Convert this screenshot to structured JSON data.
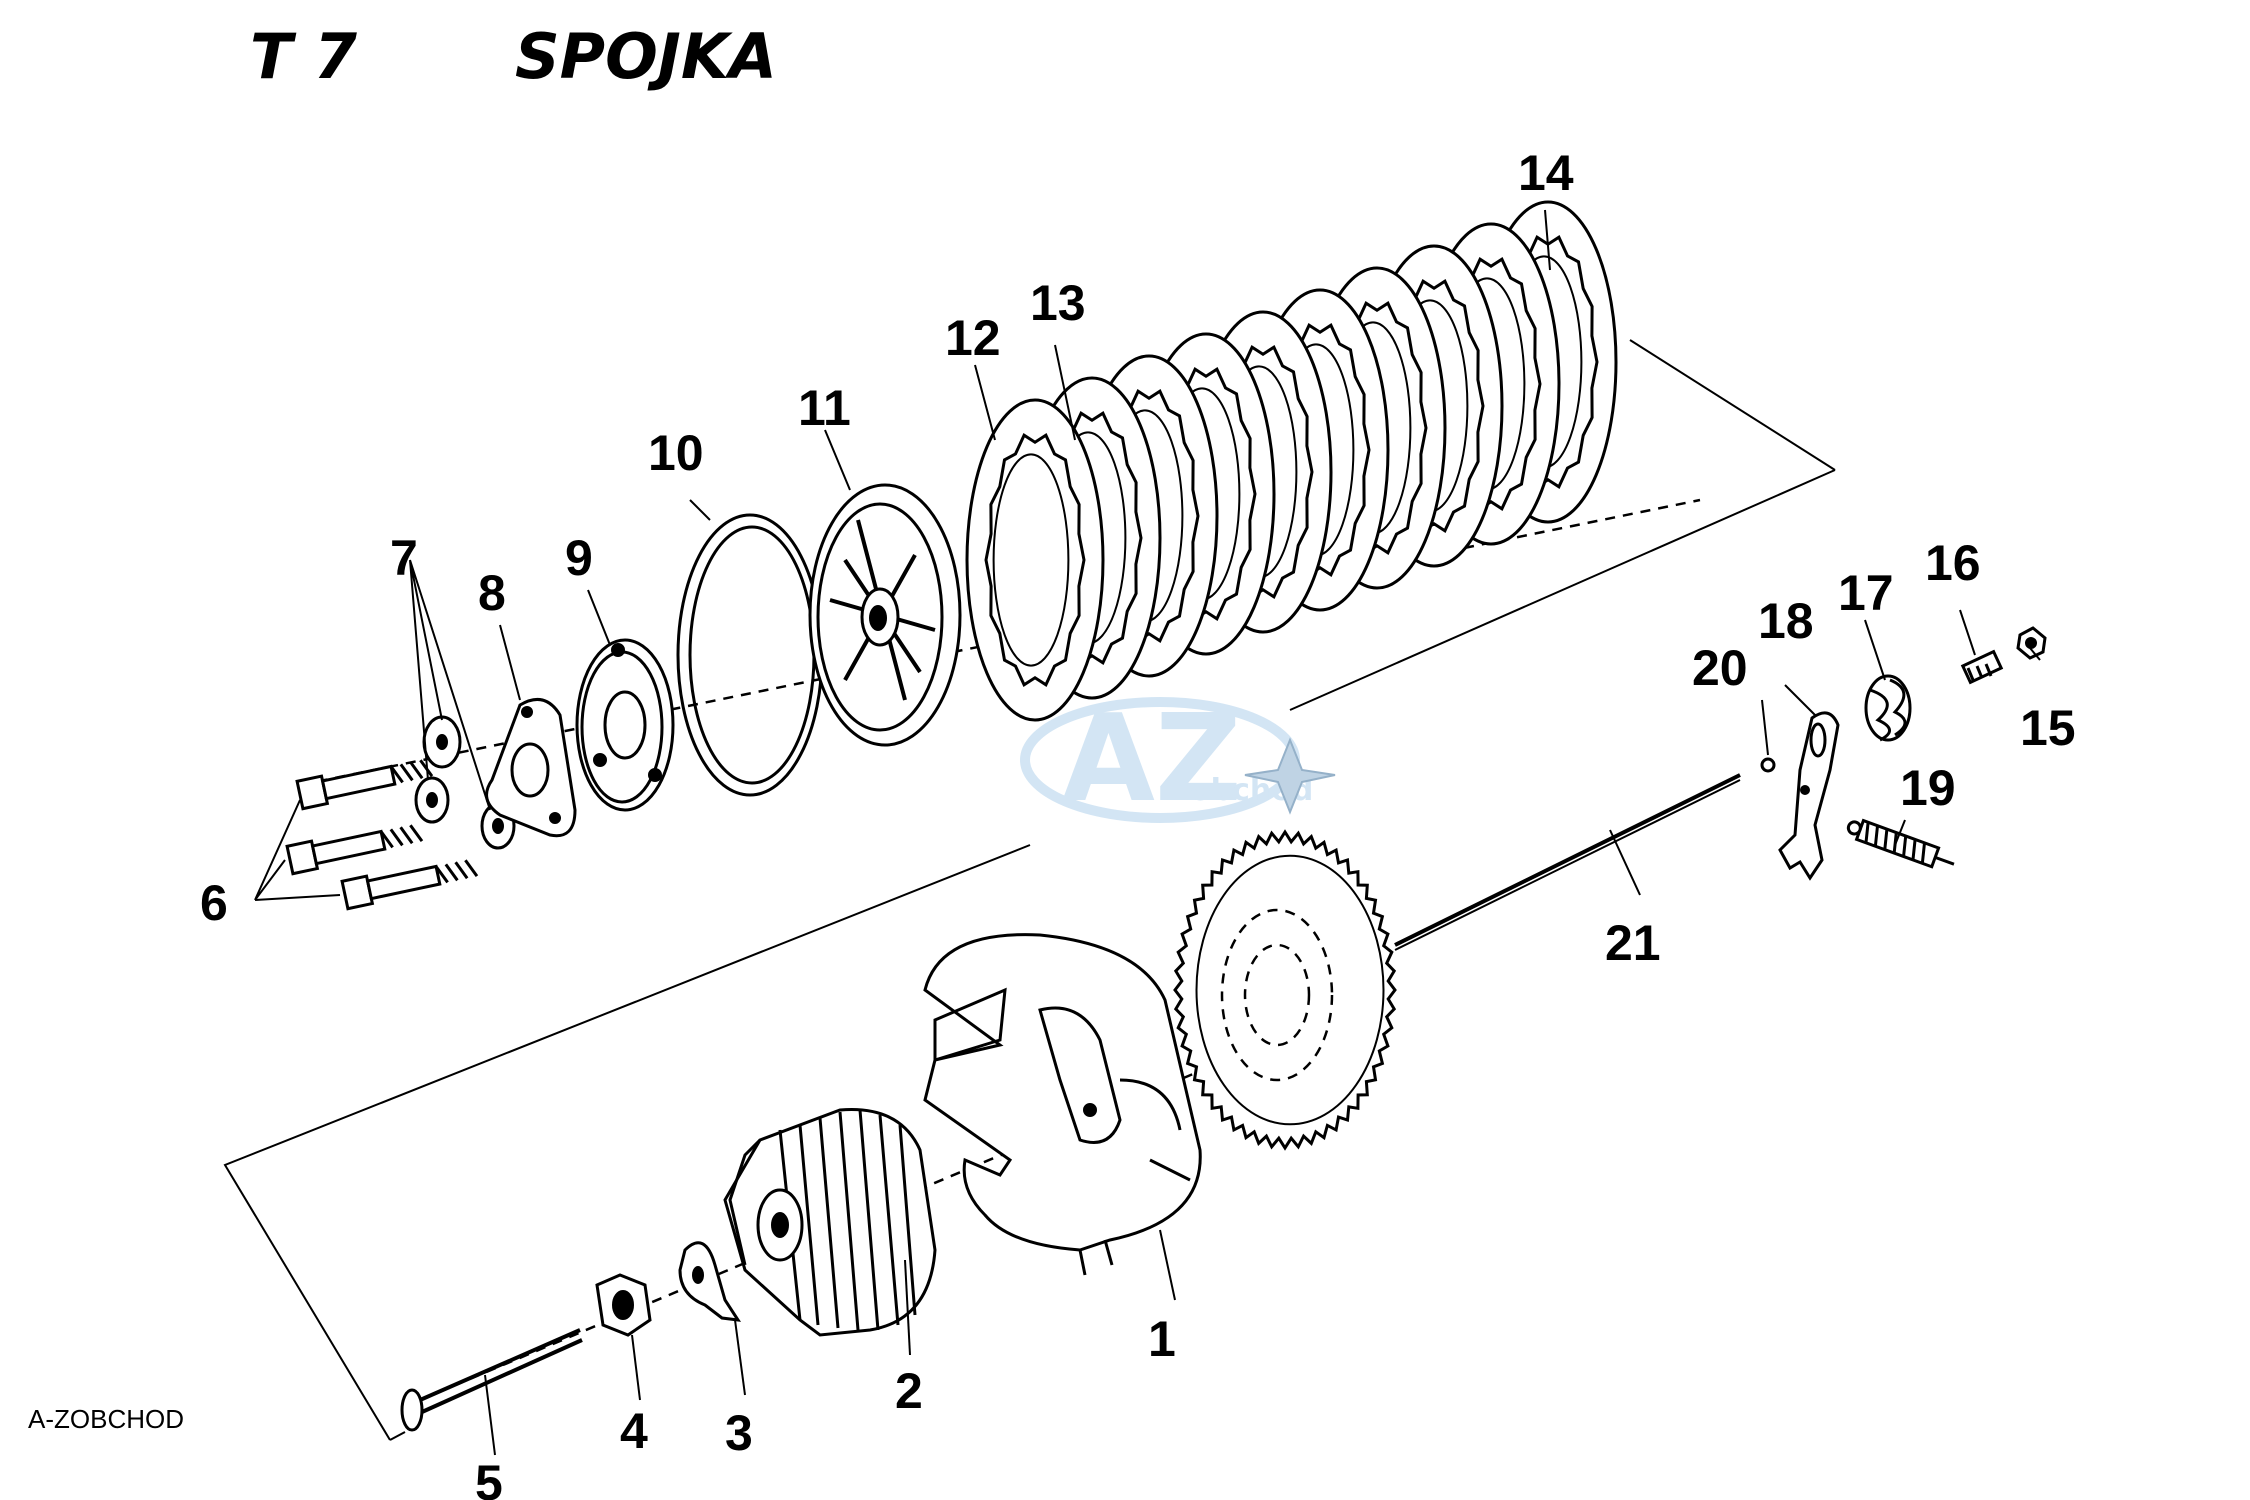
{
  "header": {
    "code": "T 7",
    "title": "SPOJKA"
  },
  "footer": {
    "source": "A-ZOBCHOD"
  },
  "watermark": {
    "letters": "AZ",
    "sub": "obchod",
    "color": "#cfe3f3"
  },
  "callouts": {
    "c1": "1",
    "c2": "2",
    "c3": "3",
    "c4": "4",
    "c5": "5",
    "c6": "6",
    "c7": "7",
    "c8": "8",
    "c9": "9",
    "c10": "10",
    "c11": "11",
    "c12": "12",
    "c13": "13",
    "c14": "14",
    "c15": "15",
    "c16": "16",
    "c17": "17",
    "c18": "18",
    "c19": "19",
    "c20": "20",
    "c21": "21"
  }
}
